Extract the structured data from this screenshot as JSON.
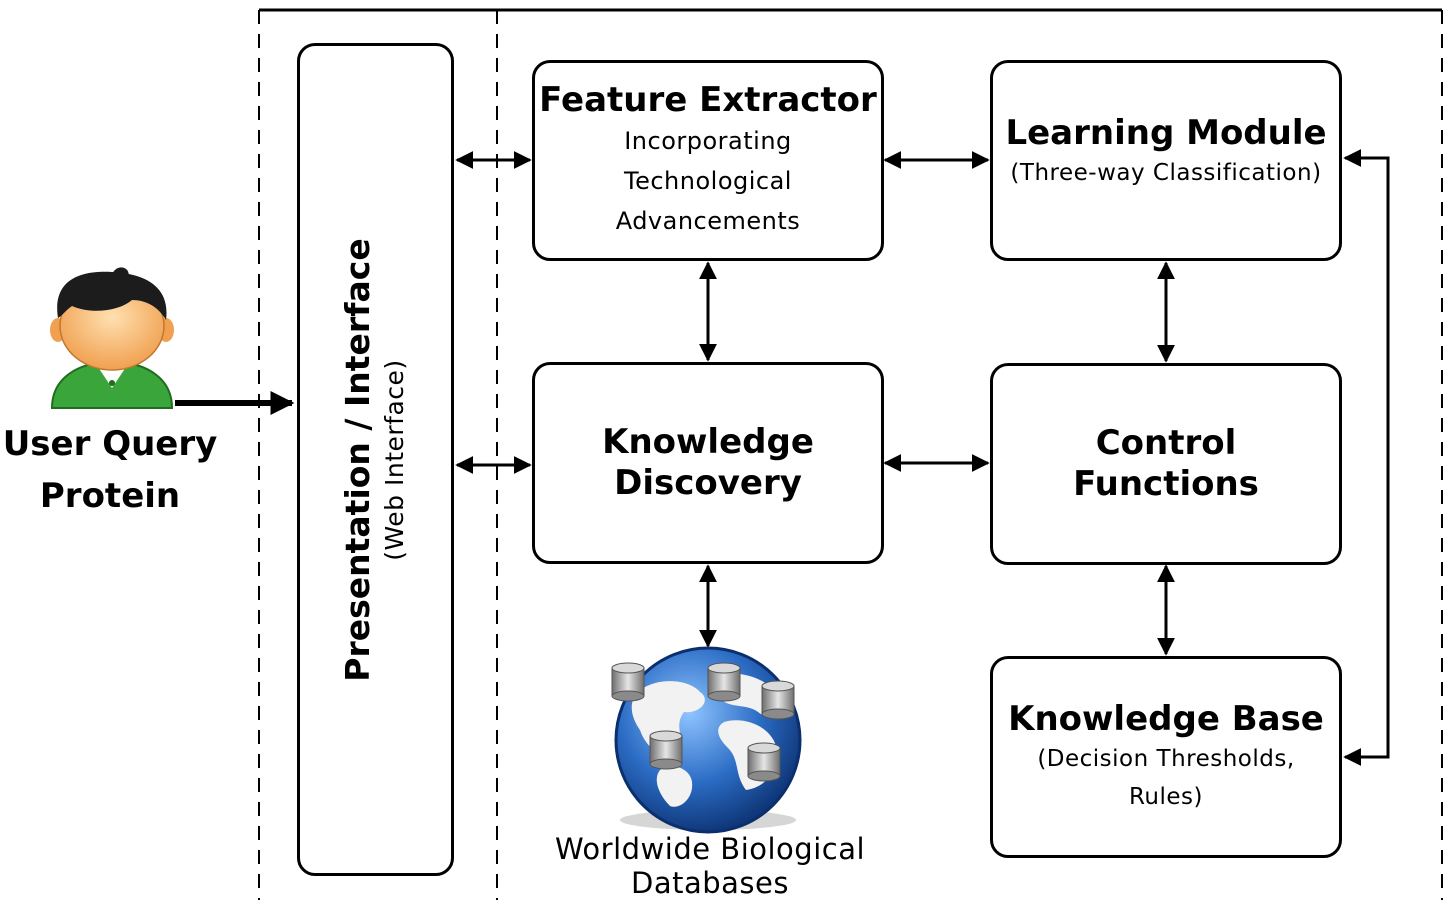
{
  "user": {
    "label": "User Query\nProtein",
    "icon": "user-person-icon",
    "shirt_color": "#3aa53a",
    "face_color": "#f7b36a",
    "hair_color": "#1c1c1c"
  },
  "interface_panel": {
    "title": "Presentation / Interface",
    "subtitle": "(Web Interface)"
  },
  "boxes": {
    "feature_extractor": {
      "title": "Feature Extractor",
      "subtitle": "Incorporating\nTechnological\nAdvancements"
    },
    "learning_module": {
      "title": "Learning Module",
      "subtitle": "(Three-way Classification)"
    },
    "knowledge_discovery": {
      "title": "Knowledge\nDiscovery"
    },
    "control_functions": {
      "title": "Control\nFunctions"
    },
    "knowledge_base": {
      "title": "Knowledge Base",
      "subtitle": "(Decision Thresholds,\nRules)"
    }
  },
  "databases": {
    "label": "Worldwide Biological\nDatabases",
    "icon": "globe-database-icon",
    "globe_color": "#2b6cc4",
    "cylinder_color": "#9a9a9a"
  }
}
